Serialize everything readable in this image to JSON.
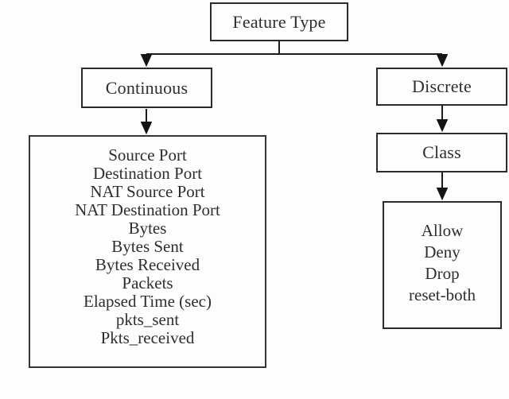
{
  "diagram": {
    "title": "Feature Type tree diagram",
    "root": {
      "label": "Feature Type"
    },
    "branches": {
      "continuous": {
        "label": "Continuous"
      },
      "discrete": {
        "label": "Discrete"
      },
      "class_node": {
        "label": "Class"
      }
    },
    "continuous_features": [
      "Source Port",
      "Destination Port",
      "NAT Source Port",
      "NAT Destination Port",
      "Bytes",
      "Bytes Sent",
      "Bytes Received",
      "Packets",
      "Elapsed Time (sec)",
      "pkts_sent",
      "Pkts_received"
    ],
    "class_values": [
      "Allow",
      "Deny",
      "Drop",
      "reset-both"
    ],
    "colors": {
      "line": "#1c1c1c",
      "box_border": "#2b2b2b",
      "text": "#2e2e2e",
      "background": "#fdfdfd"
    }
  }
}
